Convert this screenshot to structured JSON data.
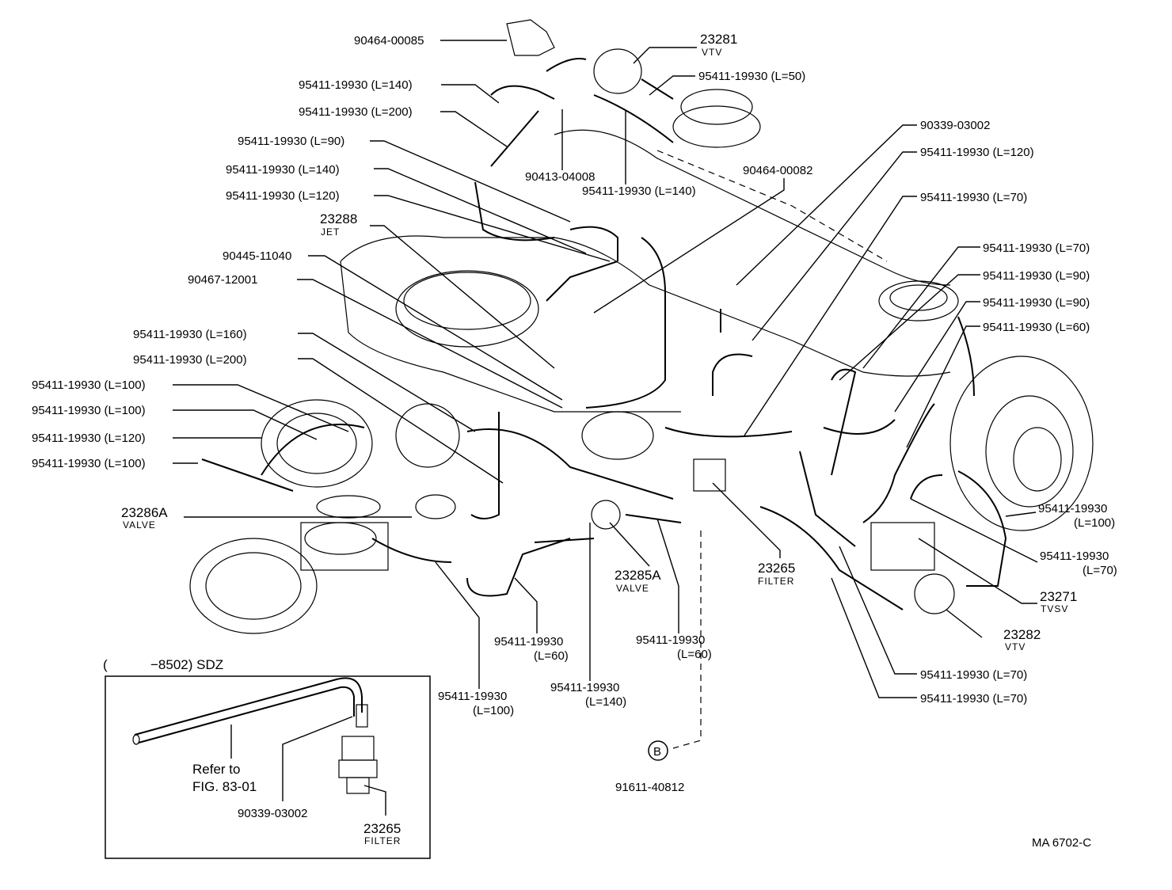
{
  "labels": {
    "p90464_00085": "90464-00085",
    "p23281": "23281",
    "vtv_top": "VTV",
    "p95411_L140_a": "95411-19930 (L=140)",
    "p95411_L50": "95411-19930 (L=50)",
    "p95411_L200_a": "95411-19930 (L=200)",
    "p90339_03002": "90339-03002",
    "p95411_L90_a": "95411-19930 (L=90)",
    "p95411_L120_right": "95411-19930 (L=120)",
    "p95411_L140_b": "95411-19930 (L=140)",
    "p90413_04008": "90413-04008",
    "p90464_00082": "90464-00082",
    "p95411_L140_c": "95411-19930 (L=140)",
    "p95411_L120_a": "95411-19930 (L=120)",
    "p95411_L70_a": "95411-19930 (L=70)",
    "p23288": "23288",
    "jet": "JET",
    "p90445_11040": "90445-11040",
    "p95411_L70_b": "95411-19930 (L=70)",
    "p90467_12001": "90467-12001",
    "p95411_L90_b": "95411-19930 (L=90)",
    "p95411_L90_c": "95411-19930 (L=90)",
    "p95411_L160": "95411-19930 (L=160)",
    "p95411_L60_a": "95411-19930 (L=60)",
    "p95411_L200_b": "95411-19930 (L=200)",
    "p95411_L100_a": "95411-19930 (L=100)",
    "p95411_L100_b": "95411-19930 (L=100)",
    "p95411_L120_b": "95411-19930 (L=120)",
    "p95411_L100_c": "95411-19930 (L=100)",
    "p23286A": "23286A",
    "valve_a": "VALVE",
    "p95411_right_L100_line1": "95411-19930",
    "p95411_right_L100_line2": "(L=100)",
    "p95411_right_L70_line1": "95411-19930",
    "p95411_right_L70_line2": "(L=70)",
    "p23285A": "23285A",
    "valve_b": "VALVE",
    "p23265": "23265",
    "filter_a": "FILTER",
    "p23271": "23271",
    "tvsv": "TVSV",
    "p23282": "23282",
    "vtv_right": "VTV",
    "bottom_L60_a_line1": "95411-19930",
    "bottom_L60_a_line2": "(L=60)",
    "bottom_L60_b_line1": "95411-19930",
    "bottom_L60_b_line2": "(L=60)",
    "bottom_L140_line1": "95411-19930",
    "bottom_L140_line2": "(L=140)",
    "bottom_L100_line1": "95411-19930",
    "bottom_L100_line2": "(L=100)",
    "p95411_L70_c": "95411-19930 (L=70)",
    "p95411_L70_d": "95411-19930 (L=70)",
    "callout_b": "B",
    "p91611_40812": "91611-40812",
    "inset_title_paren": "(",
    "inset_title": "−8502) SDZ",
    "refer_line1": "Refer to",
    "refer_line2": "FIG. 83-01",
    "inset_90339_03002": "90339-03002",
    "inset_23265": "23265",
    "inset_filter": "FILTER",
    "drawing_code": "MA  6702-C"
  }
}
